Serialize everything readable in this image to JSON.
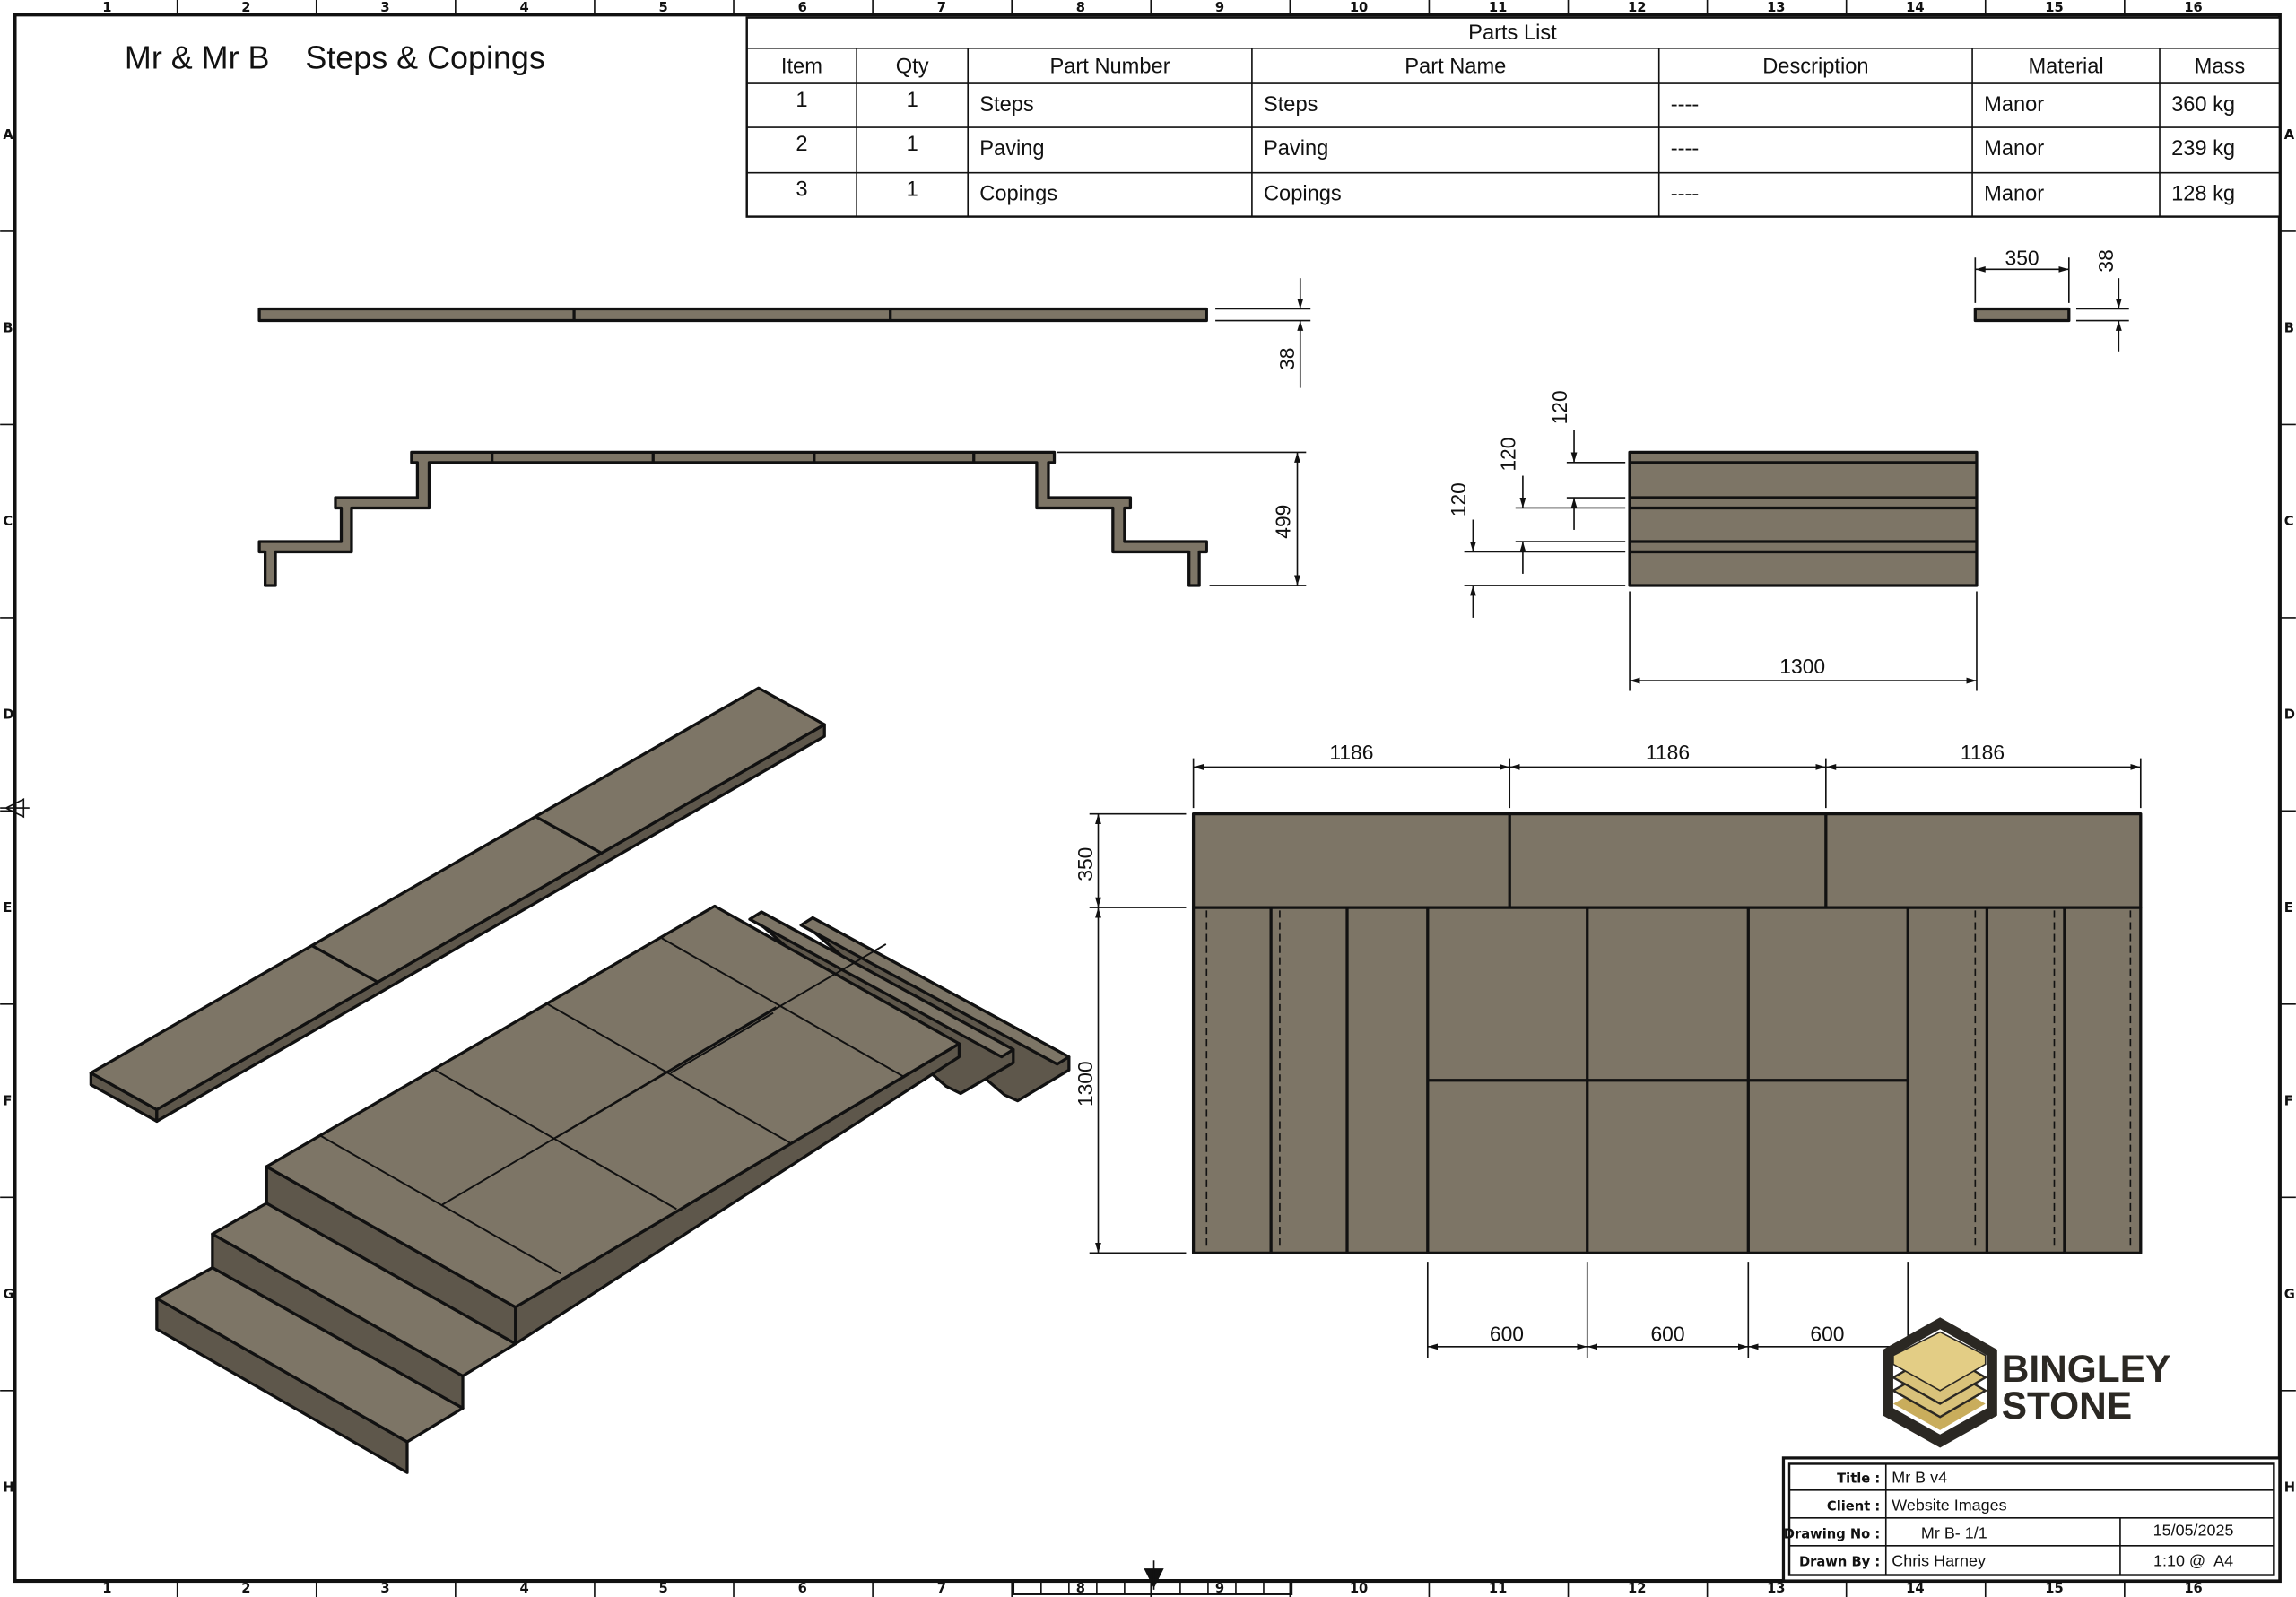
{
  "drawing": {
    "title": "Mr & Mr B    Steps & Copings",
    "zones_x": [
      "1",
      "2",
      "3",
      "4",
      "5",
      "6",
      "7",
      "8",
      "9",
      "10",
      "11",
      "12",
      "13",
      "14",
      "15",
      "16"
    ],
    "zones_y": [
      "A",
      "B",
      "C",
      "D",
      "E",
      "F",
      "G",
      "H"
    ]
  },
  "parts_list": {
    "title": "Parts List",
    "headers": [
      "Item",
      "Qty",
      "Part Number",
      "Part Name",
      "Description",
      "Material",
      "Mass"
    ],
    "rows": [
      [
        "1",
        "1",
        "Steps",
        "Steps",
        "----",
        "Manor",
        "360 kg"
      ],
      [
        "2",
        "1",
        "Paving",
        "Paving",
        "----",
        "Manor",
        "239 kg"
      ],
      [
        "3",
        "1",
        "Copings",
        "Copings",
        "----",
        "Manor",
        "128 kg"
      ]
    ]
  },
  "dimensions": {
    "coping_side_thickness": "38",
    "steps_height": "499",
    "riser_1": "120",
    "riser_2": "120",
    "riser_3": "120",
    "end_width": "1300",
    "coping_end_width": "350",
    "coping_end_thickness": "38",
    "plan_top": [
      "1186",
      "1186",
      "1186"
    ],
    "plan_coping_depth": "350",
    "plan_depth": "1300",
    "plan_bottom": [
      "600",
      "600",
      "600"
    ]
  },
  "logo": {
    "line1": "BINGLEY",
    "line2": "STONE"
  },
  "title_block": {
    "title_label": "Title :",
    "title_value": "Mr B v4",
    "client_label": "Client :",
    "client_value": "Website Images",
    "drawing_no_label": "Drawing No :",
    "drawing_no_value": "Mr B- 1/1",
    "date": "15/05/2025",
    "drawn_by_label": "Drawn By :",
    "drawn_by_value": "Chris Harney",
    "scale": "1:10 @  A4"
  },
  "colors": {
    "stone": "#7d7566",
    "logo_gold": "#d9c27a",
    "logo_dark": "#2b2823"
  }
}
